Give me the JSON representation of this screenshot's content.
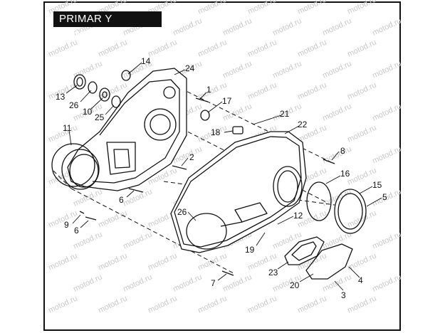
{
  "title": "PRIMAR Y HOUSING",
  "watermark": "motod.ru",
  "callouts": [
    {
      "text": "14"
    },
    {
      "text": "24"
    },
    {
      "text": "13"
    },
    {
      "text": "26"
    },
    {
      "text": "10"
    },
    {
      "text": "25"
    },
    {
      "text": "1"
    },
    {
      "text": "17"
    },
    {
      "text": "21"
    },
    {
      "text": "22"
    },
    {
      "text": "18"
    },
    {
      "text": "11"
    },
    {
      "text": "2"
    },
    {
      "text": "8"
    },
    {
      "text": "16"
    },
    {
      "text": "15"
    },
    {
      "text": "5"
    },
    {
      "text": "6"
    },
    {
      "text": "26"
    },
    {
      "text": "12"
    },
    {
      "text": "9"
    },
    {
      "text": "6"
    },
    {
      "text": "19"
    },
    {
      "text": "23"
    },
    {
      "text": "4"
    },
    {
      "text": "20"
    },
    {
      "text": "3"
    },
    {
      "text": "7"
    }
  ]
}
